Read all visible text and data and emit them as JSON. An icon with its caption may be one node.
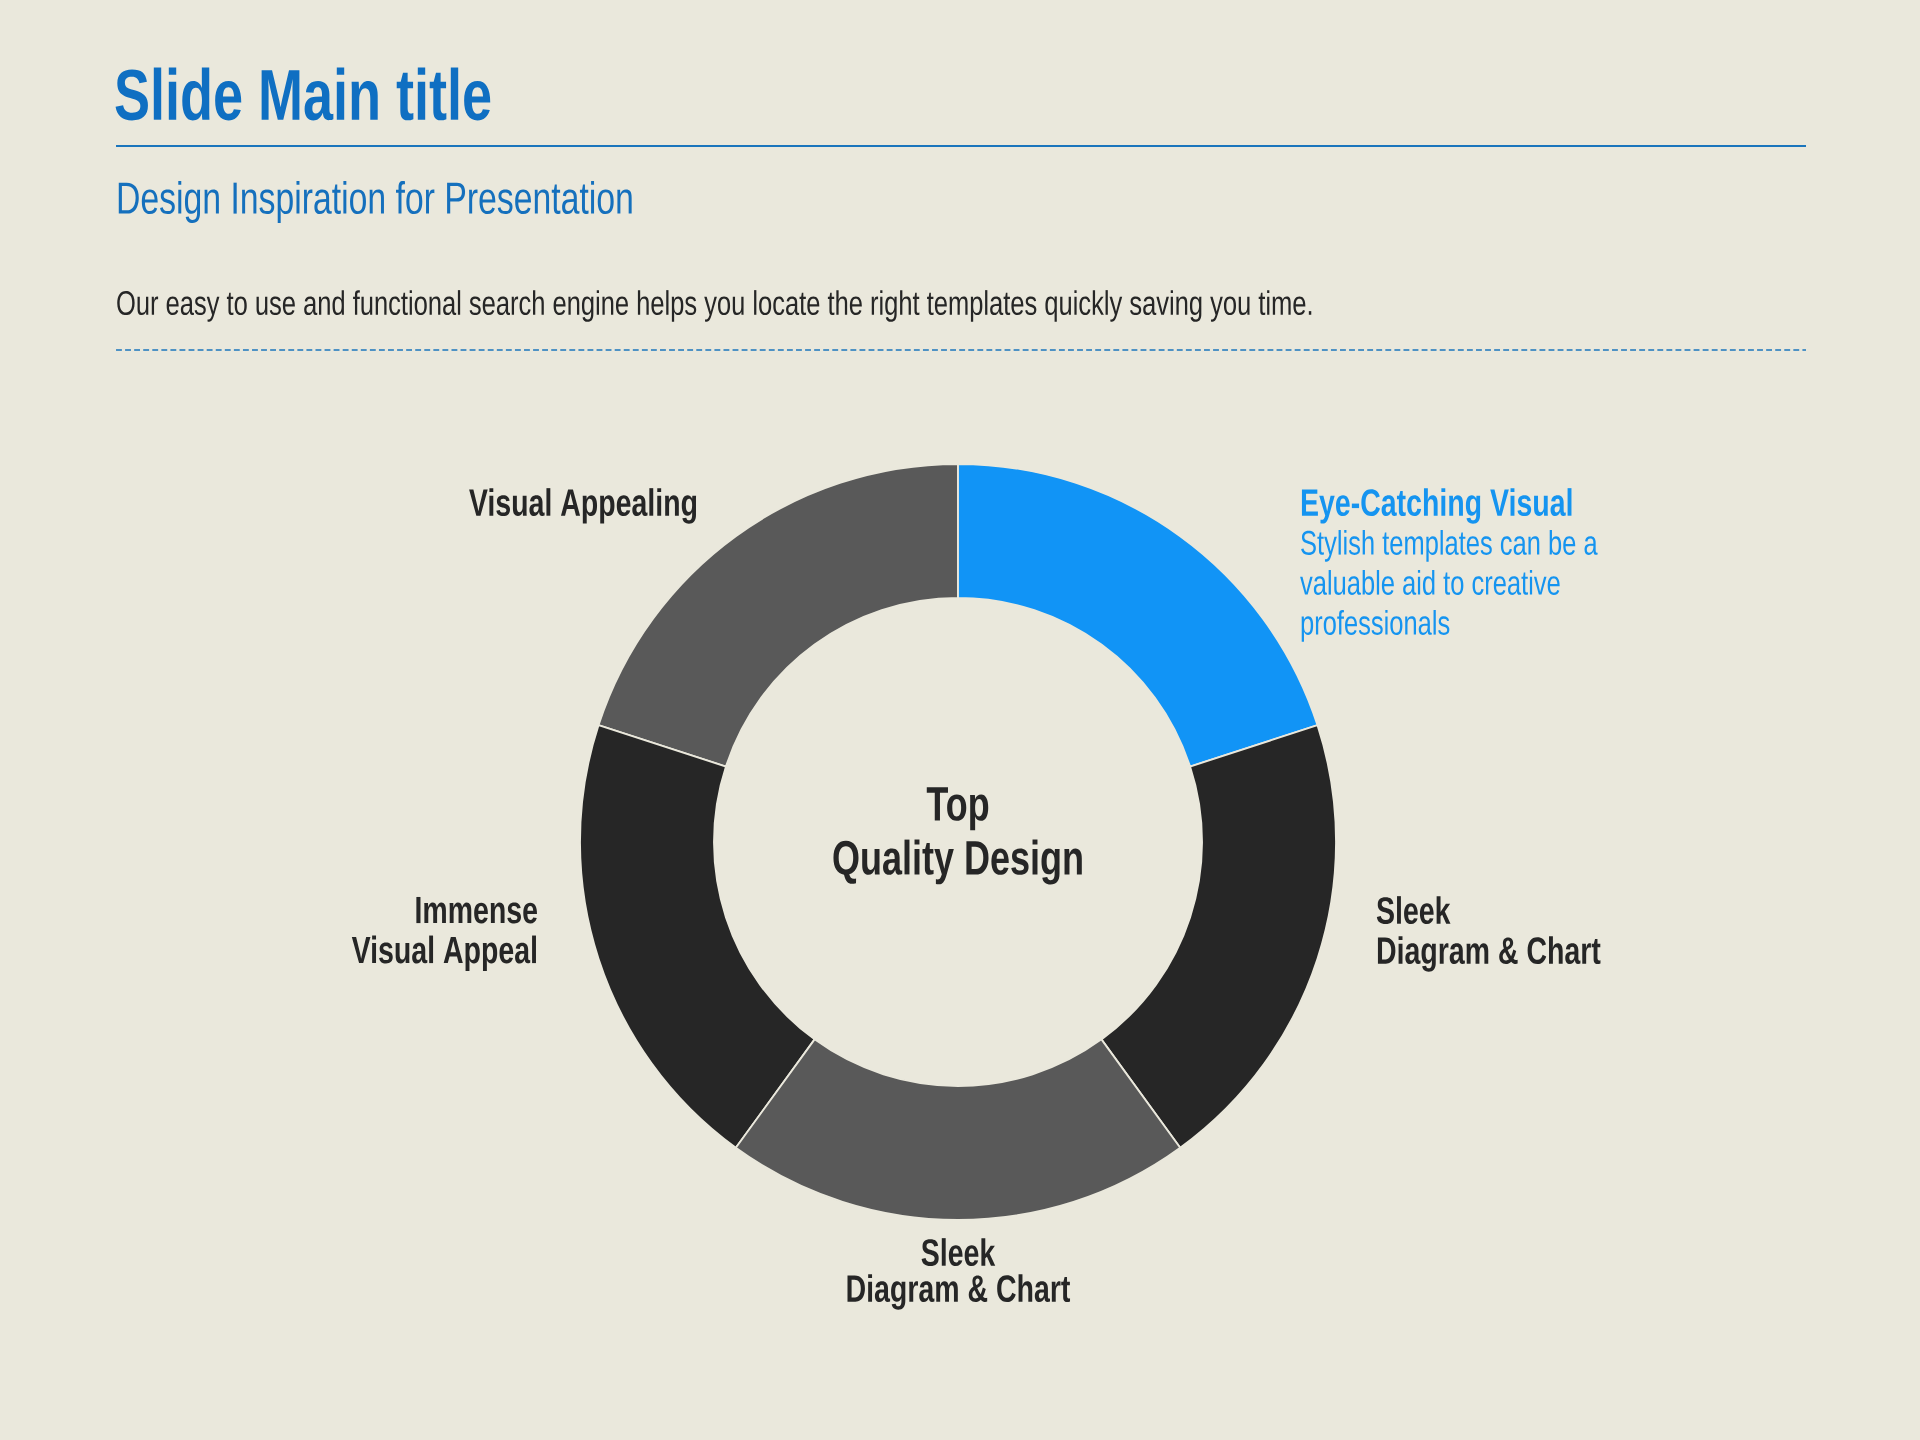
{
  "diagram": {
    "title": "Slide Main title",
    "nodes": [
      {
        "text": [],
        "shape": "segment",
        "beside": [
          "Visual Appealing"
        ]
      },
      {
        "text": [],
        "shape": "segment",
        "beside": [
          "Eye-Catching Visual",
          "Stylish templates can be a valuable aid to creative professionals"
        ]
      },
      {
        "text": [],
        "shape": "segment",
        "beside": [
          "Immense Visual Appeal"
        ]
      },
      {
        "text": [],
        "shape": "segment",
        "beside": [
          "Sleek Diagram & Chart"
        ]
      },
      {
        "text": [],
        "shape": "segment",
        "beside": [
          "Sleek Diagram & Chart"
        ]
      }
    ],
    "labels": [
      "Design Inspiration for Presentation",
      "Our easy to use and functional search engine helps you locate the right templates quickly saving you time.",
      "Top Quality Design"
    ]
  }
}
